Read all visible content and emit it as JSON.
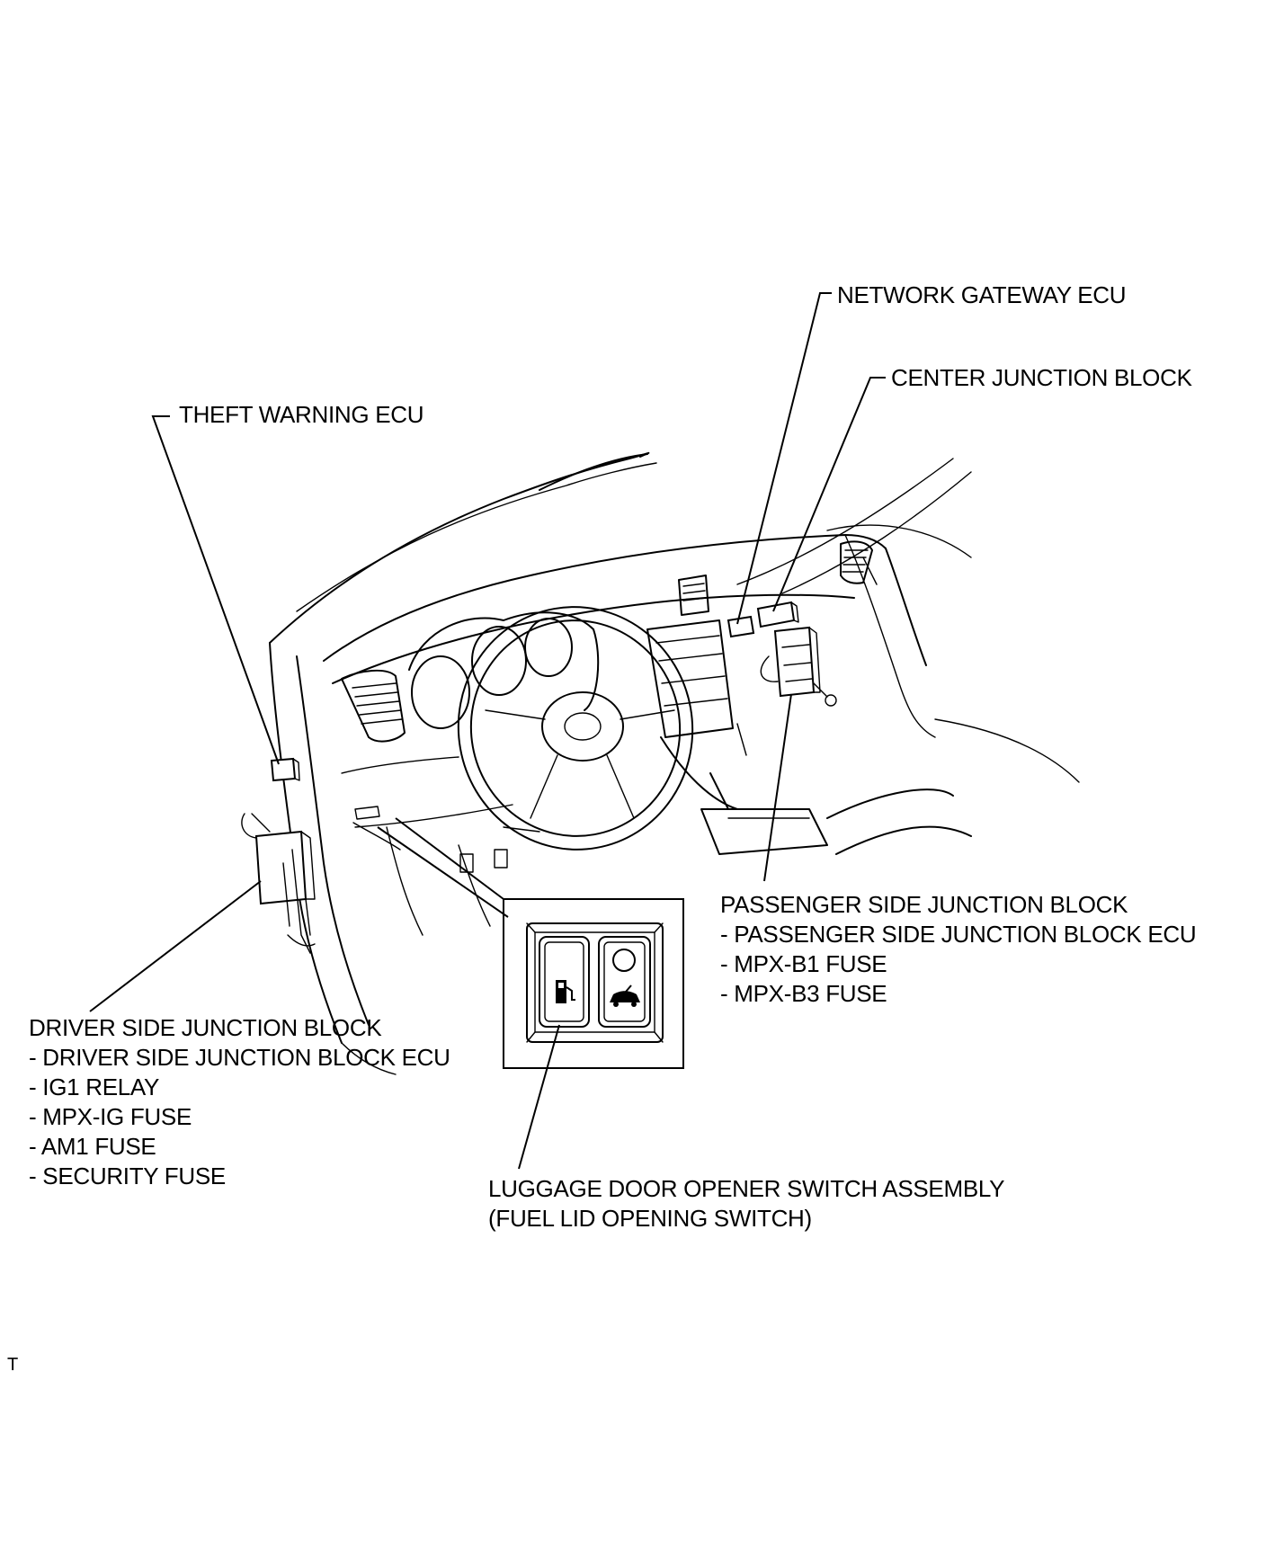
{
  "callouts": {
    "network_gateway_ecu": "NETWORK GATEWAY ECU",
    "center_junction_block": "CENTER JUNCTION BLOCK",
    "theft_warning_ecu": "THEFT WARNING ECU",
    "passenger_side": {
      "title": "PASSENGER SIDE JUNCTION BLOCK",
      "items": [
        "- PASSENGER SIDE JUNCTION BLOCK ECU",
        "- MPX-B1 FUSE",
        "- MPX-B3 FUSE"
      ]
    },
    "driver_side": {
      "title": "DRIVER SIDE JUNCTION BLOCK",
      "items": [
        "- DRIVER SIDE JUNCTION BLOCK ECU",
        "- IG1 RELAY",
        "- MPX-IG FUSE",
        "- AM1 FUSE",
        "- SECURITY FUSE"
      ]
    },
    "luggage_switch": {
      "line1": "LUGGAGE DOOR OPENER SWITCH ASSEMBLY",
      "line2": "(FUEL LID OPENING SWITCH)"
    },
    "corner_mark": "T"
  },
  "colors": {
    "line": "#000000",
    "background": "#ffffff"
  },
  "icons": {
    "fuel_lid_switch": "fuel-pump-icon",
    "luggage_door_switch": "car-trunk-icon"
  }
}
